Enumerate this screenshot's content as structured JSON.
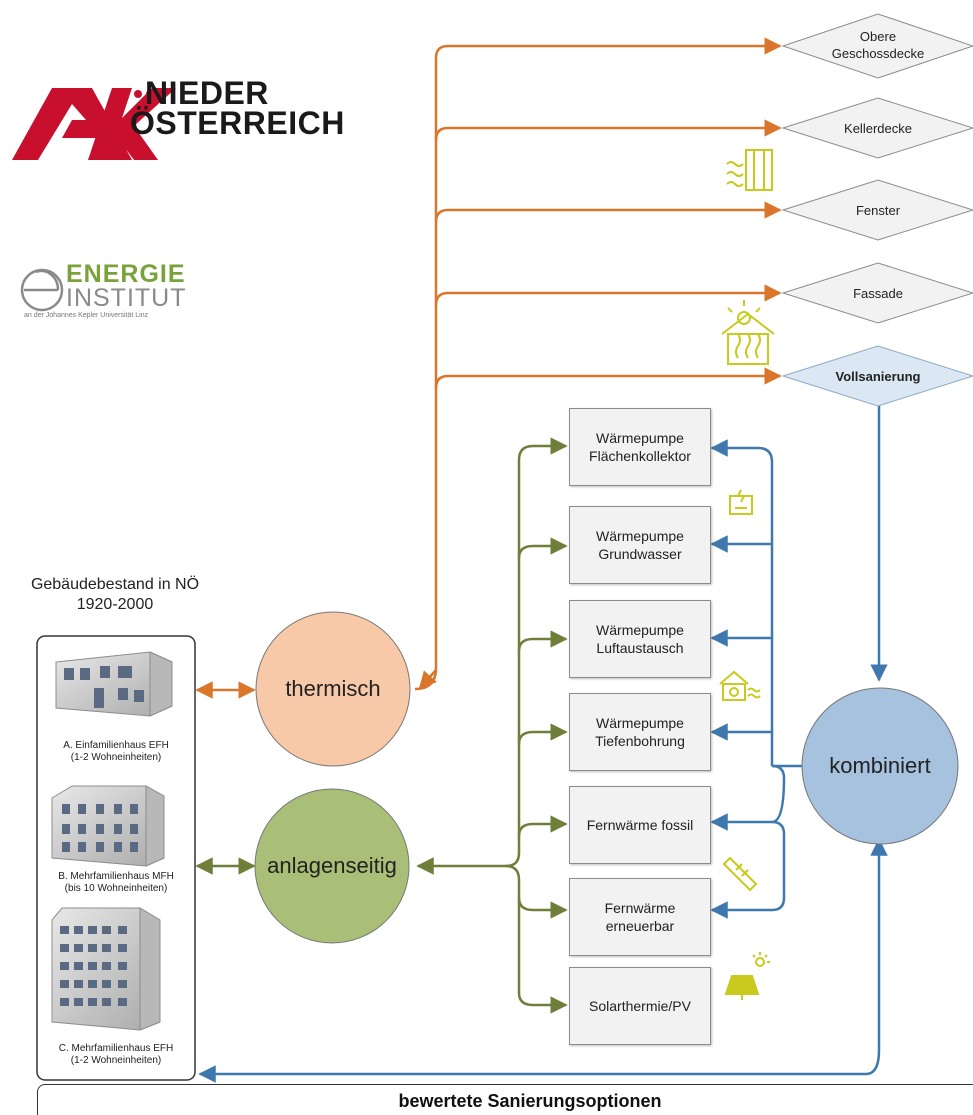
{
  "logos": {
    "ak_line1": "NIEDER",
    "ak_line2": "ÖSTERREICH",
    "ei_line1": "ENERGIE",
    "ei_line2": "INSTITUT",
    "ei_tagline": "an der Johannes Kepler Universität Linz"
  },
  "building_stock": {
    "title_line1": "Gebäudebestand in NÖ",
    "title_line2": "1920-2000",
    "items": [
      {
        "line1": "A. Einfamilienhaus EFH",
        "line2": "(1-2 Wohneinheiten)"
      },
      {
        "line1": "B. Mehrfamilienhaus MFH",
        "line2": "(bis 10 Wohneinheiten)"
      },
      {
        "line1": "C. Mehrfamilienhaus EFH",
        "line2": "(1-2 Wohneinheiten)"
      }
    ]
  },
  "nodes": {
    "thermisch": "thermisch",
    "anlagenseitig": "anlagenseitig",
    "kombiniert": "kombiniert"
  },
  "thermal_options": {
    "obere_line1": "Obere",
    "obere_line2": "Geschossdecke",
    "kellerdecke": "Kellerdecke",
    "fenster": "Fenster",
    "fassade": "Fassade",
    "vollsanierung": "Vollsanierung"
  },
  "system_options": [
    {
      "line1": "Wärmepumpe",
      "line2": "Flächenkollektor"
    },
    {
      "line1": "Wärmepumpe",
      "line2": "Grundwasser"
    },
    {
      "line1": "Wärmepumpe",
      "line2": "Luftaustausch"
    },
    {
      "line1": "Wärmepumpe",
      "line2": "Tiefenbohrung"
    },
    {
      "line1": "Fernwärme fossil",
      "line2": ""
    },
    {
      "line1": "Fernwärme",
      "line2": "erneuerbar"
    },
    {
      "line1": "Solarthermie/PV",
      "line2": ""
    }
  ],
  "bottom_label": "bewertete Sanierungsoptionen",
  "colors": {
    "ak_red": "#c8102e",
    "orange_arrow": "#d9762b",
    "green_arrow": "#6f7f3a",
    "blue_arrow": "#3f78ad",
    "thermisch_fill": "#f7c9a8",
    "anlagen_fill": "#a9bf77",
    "kombiniert_fill": "#a6c2df",
    "icon_yellow": "#c9c91e",
    "ei_green": "#7aa23a"
  },
  "icons": [
    "window-insulation-icon",
    "house-heating-icon",
    "heat-pump-unit-icon",
    "air-heat-pump-icon",
    "district-heat-pipe-icon",
    "solar-panel-icon"
  ]
}
